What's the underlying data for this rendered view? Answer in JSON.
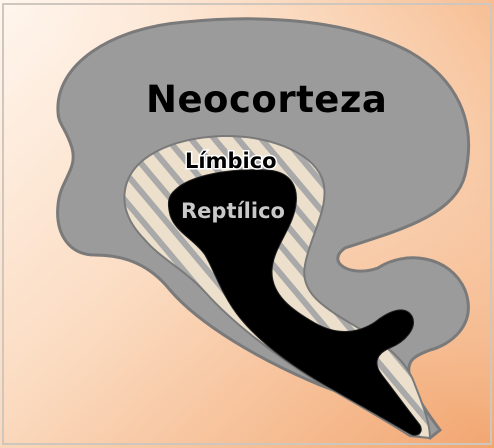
{
  "labels": {
    "neocortex": "Neocorteza",
    "limbic": "Límbico",
    "reptilian": "Reptílico"
  },
  "colors": {
    "background_light": "#fdf0e6",
    "background_accent": "#f4b27e",
    "neocortex_fill": "#9a9a9a",
    "limbic_fill": "#e8dac4",
    "limbic_hatch": "#a8a8a8",
    "reptilian_fill": "#000000",
    "border": "#808080",
    "frame": "#c8c8c8"
  }
}
